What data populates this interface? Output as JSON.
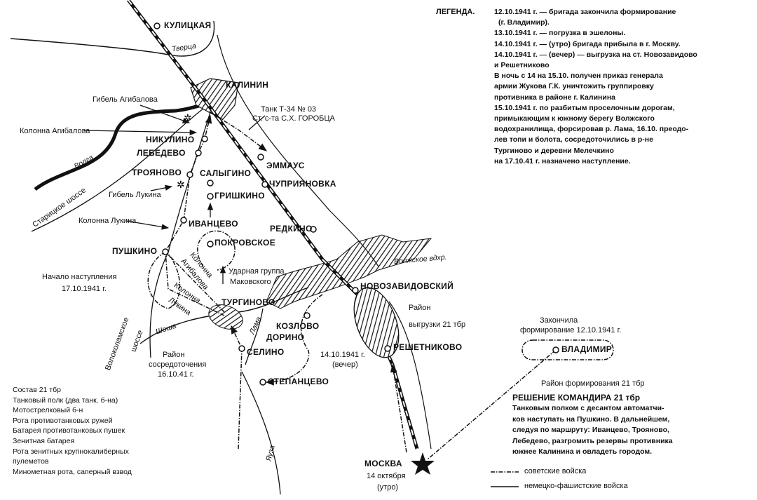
{
  "legend_header": "ЛЕГЕНДА.",
  "chronology": [
    "12.10.1941 г. — бригада закончила формирование",
    "(г. Владимир).",
    "13.10.1941 г. — погрузка в эшелоны.",
    "14.10.1941 г. — (утро) бригада прибыла в г. Москву.",
    "14.10.1941 г. — (вечер) — выгрузка на ст. Новозавидово",
    "и Решетниково",
    "В ночь с 14 на 15.10. получен приказ генерала",
    "армии Жукова Г.К. уничтожить группировку",
    "противника в районе г. Калинина",
    "15.10.1941 г. по разбитым проселочным дорогам,",
    "примыкающим к южному берегу Волжского",
    "водохранилища, форсировав р. Лама, 16.10. преодо-",
    "лев топи и болота, сосредоточились в р-не",
    "Тургиново и деревни Мелечкино",
    "на 17.10.41 г. назначено наступление."
  ],
  "towns": {
    "kulitskaya": "КУЛИЦКАЯ",
    "kalinin": "КАЛИНИН",
    "nikulino": "НИКУЛИНО",
    "lebedevo": "ЛЕБЕДЕВО",
    "troyanovo": "ТРОЯНОВО",
    "salygino": "САЛЫГИНО",
    "grishkino": "ГРИШКИНО",
    "emmaus": "ЭММАУС",
    "chupriyanovka": "ЧУПРИЯНОВКА",
    "ivantsevo": "ИВАНЦЕВО",
    "redkino": "РЕДКИНО",
    "pushkino": "ПУШКИНО",
    "pokrovskoe": "ПОКРОВСКОЕ",
    "novozavidovsky": "НОВОЗАВИДОВСКИЙ",
    "turginovo": "ТУРГИНОВО",
    "kozlovo": "КОЗЛОВО",
    "dorino": "ДОРИНО",
    "reshetnikovo": "РЕШЕТНИКОВО",
    "selino": "СЕЛИНО",
    "stepantsevo": "СТЕПАНЦЕВО",
    "moskva": "МОСКВА",
    "vladimir": "ВЛАДИМИР"
  },
  "rivers": {
    "tvertsa": "Тверца",
    "volga": "Волга",
    "shosha": "Шоша",
    "lama": "Лама",
    "yauza": "Яуза",
    "reservoir": "Волжское вдхр."
  },
  "roads": {
    "staritskoe": "Старицкое шоссе",
    "volokolamskoe_1": "Волоколамское",
    "volokolamskoe_2": "шоссе"
  },
  "annotations": {
    "gibel_agibalova": "Гибель Агибалова",
    "kolonna_agibalova": "Колонна Агибалова",
    "tank_1": "Танк Т-34 № 03",
    "tank_2": "Ст. с-та С.Х. ГОРОБЦА",
    "gibel_lukina": "Гибель Лукина",
    "kolonna_lukina": "Колонна Лукина",
    "diag_agibalova_1": "Колонна",
    "diag_agibalova_2": "Агибалова",
    "diag_lukina_1": "Колонна",
    "diag_lukina_2": "Лукина",
    "udarnaya_1": "Ударная группа",
    "udarnaya_2": "Маковского",
    "nachalo_1": "Начало наступления",
    "nachalo_2": "17.10.1941 г.",
    "vygruzka_1": "Район",
    "vygruzka_2": "выгрузки 21 тбр",
    "sosred_1": "Район",
    "sosred_2": "сосредоточения",
    "sosred_3": "16.10.41 г.",
    "date_1": "14.10.1941 г.",
    "date_2": "(вечер)",
    "moskva_date": "14 октября",
    "moskva_time": "(утро)",
    "zakonchila_1": "Закончила",
    "zakonchila_2": "формирование 12.10.1941 г.",
    "rayon_formirovaniya": "Район формирования 21 тбр"
  },
  "sostav": {
    "title": "Состав 21 тбр",
    "items": [
      "Танковый полк  (два танк. б-на)",
      "Мотострелковый б-н",
      "Рота противотанковых ружей",
      "Батарея противотанковых пушек",
      "Зенитная батарея",
      "Рота зенитных крупнокалиберных",
      "пулеметов",
      "Минометная рота, саперный взвод"
    ]
  },
  "decision": {
    "title": "РЕШЕНИЕ КОМАНДИРА 21 тбр",
    "lines": [
      "Танковым полком с десантом автоматчи-",
      "ков наступать на Пушкино. В дальнейшем,",
      "следуя по маршруту: Иванцево, Трояново,",
      "Лебедево, разгромить резервы противника",
      "южнее Калинина и овладеть городом."
    ]
  },
  "key": {
    "soviet": "советские войска",
    "german": "немецко-фашистские войска"
  },
  "icons": [
    "town-circle-icon",
    "star-icon",
    "hatched-area-icon",
    "railway-icon",
    "arrow-icon",
    "destroyed-tank-icon"
  ],
  "colors": {
    "ink": "#111111",
    "paper": "#ffffff"
  }
}
